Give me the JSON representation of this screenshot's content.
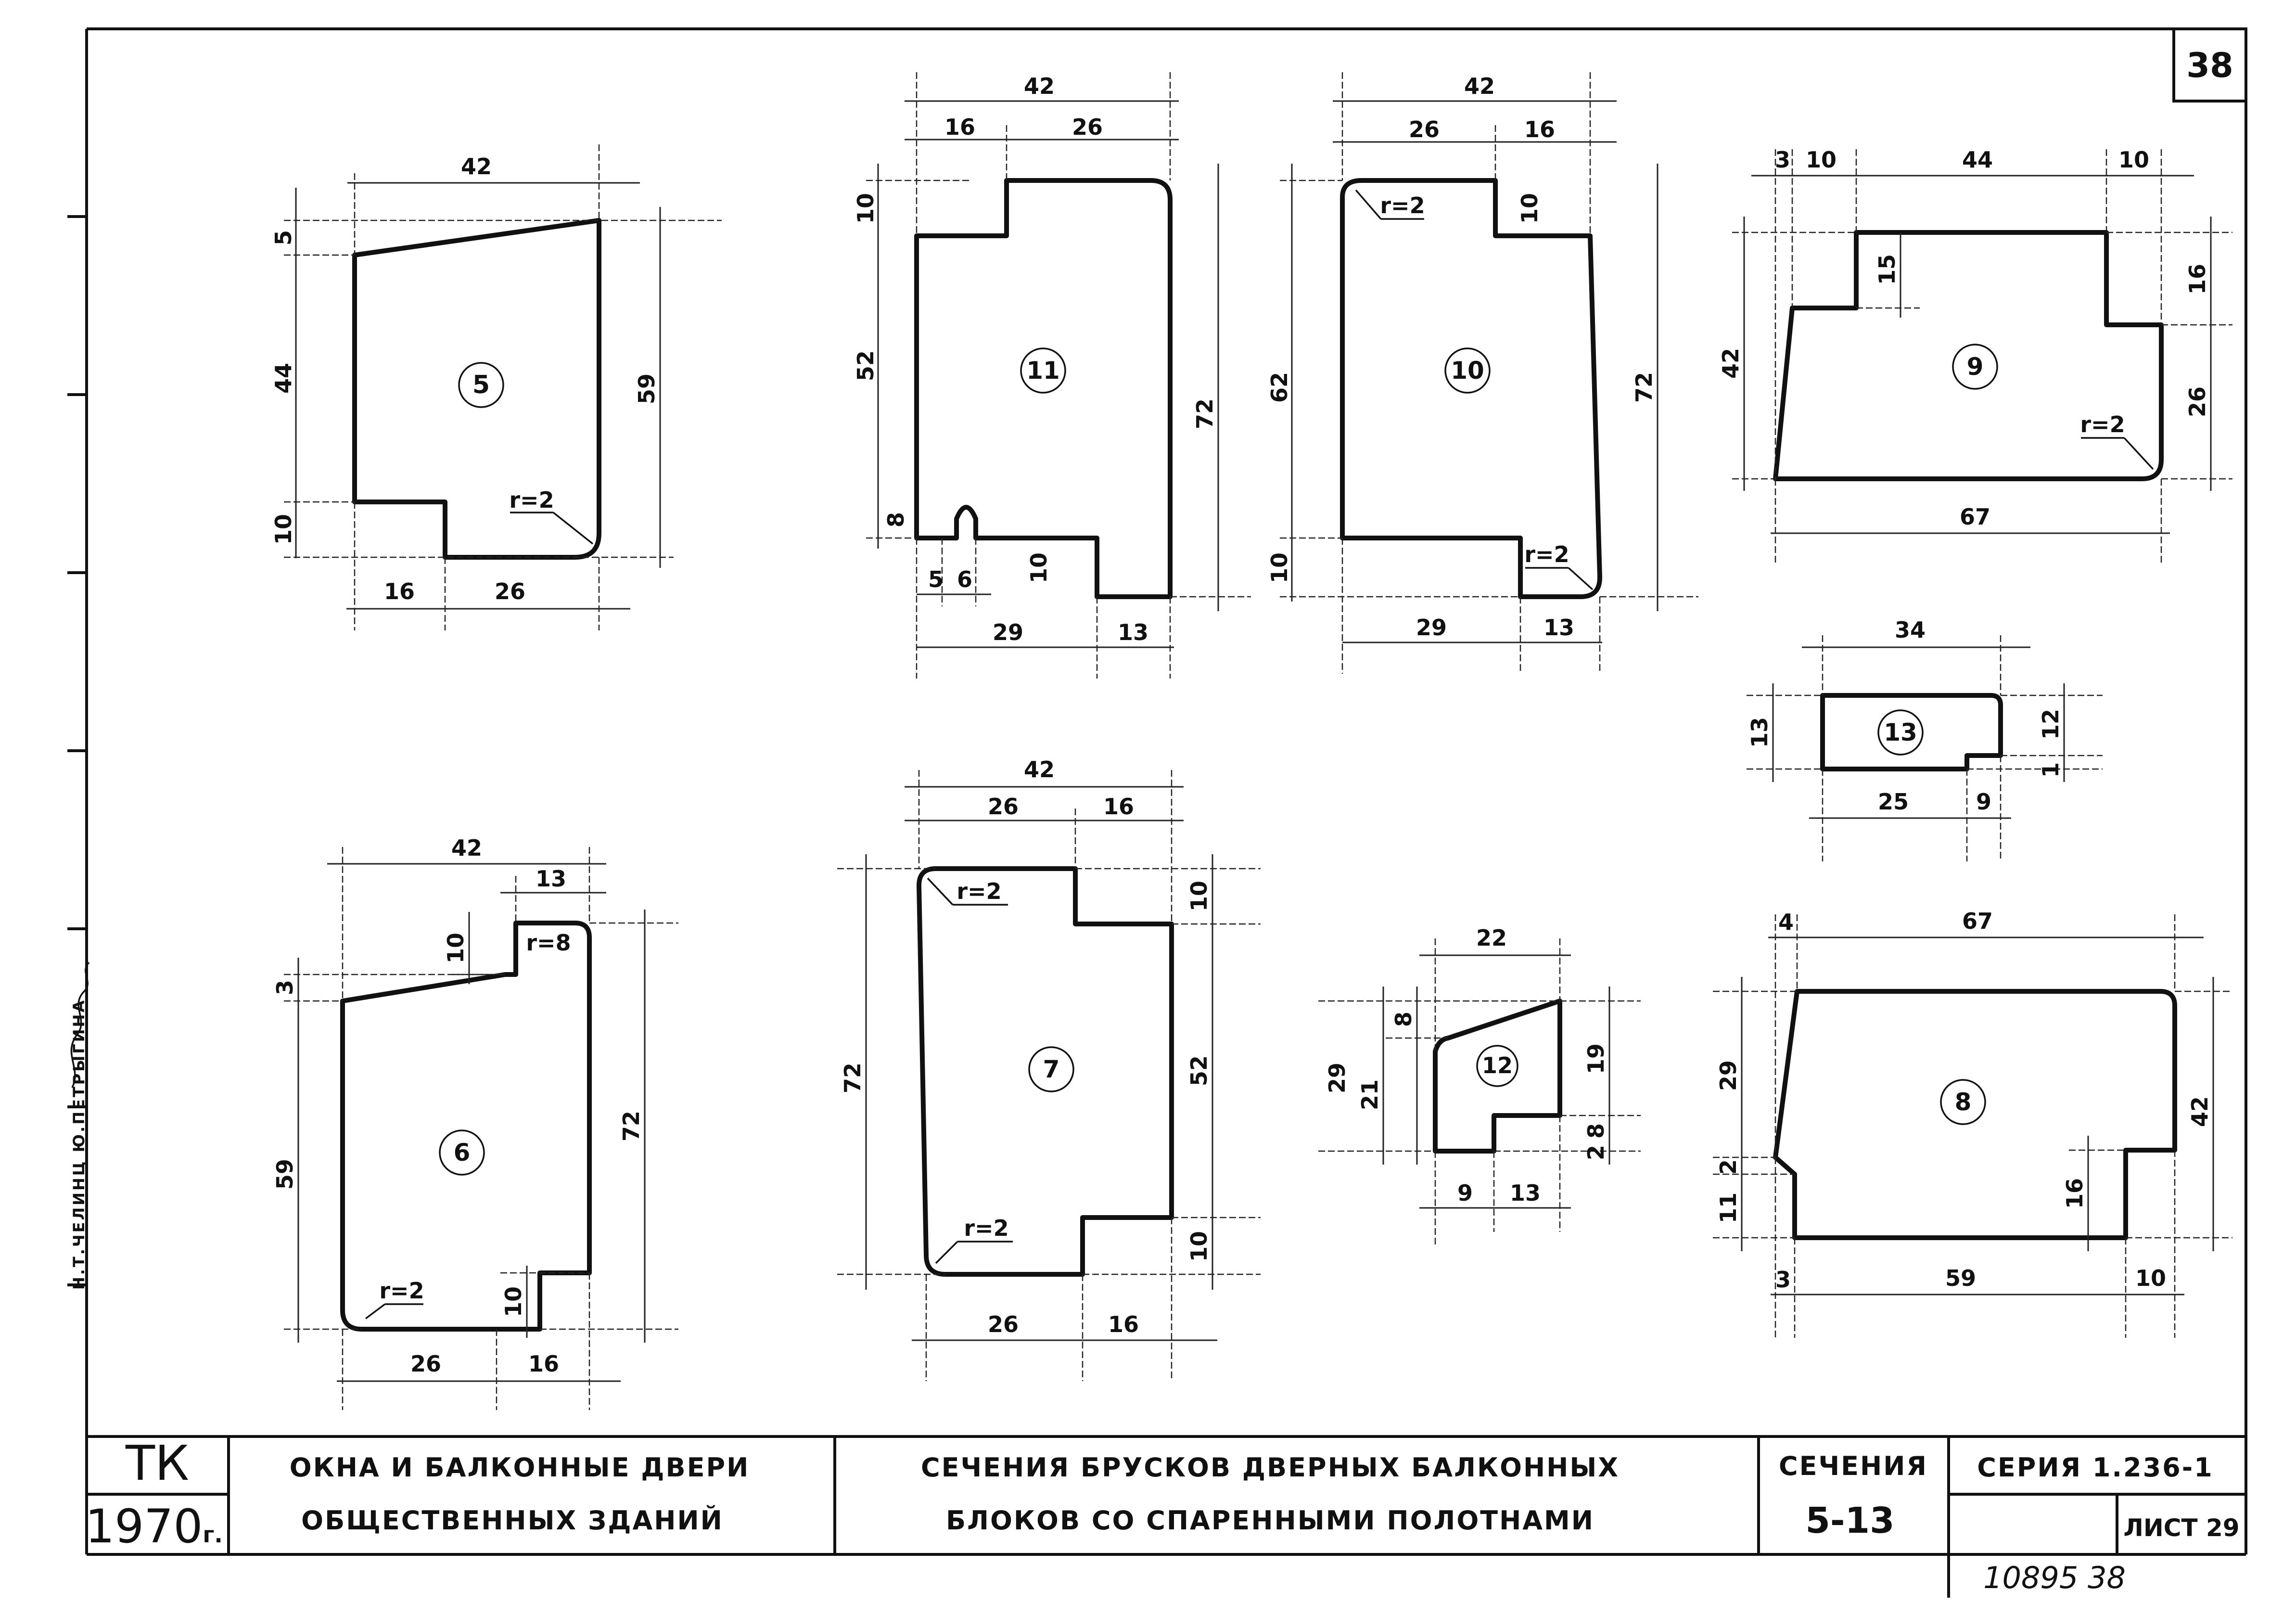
{
  "sheet": {
    "corner_number": "38",
    "side_stamp": "Н.Т.ЧЕЛИНЦ  Ю.ПЕТРЫГИНА"
  },
  "title_block": {
    "org_top": "ТК",
    "year": "1970",
    "year_suffix": "г.",
    "subject_line1": "ОКНА И БАЛКОННЫЕ ДВЕРИ",
    "subject_line2": "ОБЩЕСТВЕННЫХ ЗДАНИЙ",
    "title_line1": "СЕЧЕНИЯ БРУСКОВ ДВЕРНЫХ БАЛКОННЫХ",
    "title_line2": "БЛОКОВ СО СПАРЕННЫМИ ПОЛОТНАМИ",
    "section_label": "СЕЧЕНИЯ",
    "section_range": "5-13",
    "series": "СЕРИЯ 1.236-1",
    "sheet_label": "ЛИСТ 29",
    "inventory": "10895  38"
  },
  "sections": {
    "s5": {
      "mark": "5",
      "d_top": "42",
      "d_left1": "5",
      "d_left2": "44",
      "d_left3": "10",
      "d_right": "59",
      "d_b1": "16",
      "d_b2": "26",
      "radius": "r=2"
    },
    "s11": {
      "mark": "11",
      "d_top": "42",
      "d_t1": "16",
      "d_t2": "26",
      "d_l1": "10",
      "d_l2": "52",
      "d_l3": "8",
      "d_right": "72",
      "d_b1": "5",
      "d_b2": "6",
      "d_mid": "10",
      "d_b3": "29",
      "d_b4": "13"
    },
    "s10": {
      "mark": "10",
      "d_top": "42",
      "d_t1": "26",
      "d_t2": "16",
      "d_notch": "10",
      "d_left": "62",
      "d_l2": "10",
      "d_right": "72",
      "d_b1": "29",
      "d_b2": "13",
      "radius1": "r=2",
      "radius2": "r=2"
    },
    "s9": {
      "mark": "9",
      "d_t0": "3",
      "d_t1": "10",
      "d_t2": "44",
      "d_t3": "10",
      "d_notch": "15",
      "d_left": "42",
      "d_r1": "16",
      "d_r2": "26",
      "d_bottom": "67",
      "radius": "r=2"
    },
    "s13": {
      "mark": "13",
      "d_top": "34",
      "d_left": "13",
      "d_r1": "12",
      "d_r2": "1",
      "d_b1": "25",
      "d_b2": "9"
    },
    "s6": {
      "mark": "6",
      "d_top": "42",
      "d_t2": "13",
      "d_l1": "3",
      "d_notch": "10",
      "d_left": "59",
      "d_right": "72",
      "d_mid": "10",
      "d_b1": "26",
      "d_b2": "16",
      "radius1": "r=8",
      "radius2": "r=2"
    },
    "s7": {
      "mark": "7",
      "d_top": "42",
      "d_t1": "26",
      "d_t2": "16",
      "d_left": "72",
      "d_r1": "10",
      "d_r2": "52",
      "d_r3": "10",
      "d_b1": "26",
      "d_b2": "16",
      "radius1": "r=2",
      "radius2": "r=2"
    },
    "s12": {
      "mark": "12",
      "d_top": "22",
      "d_l1": "8",
      "d_l2": "29",
      "d_l3": "21",
      "d_r1": "19",
      "d_r2": "2",
      "d_r3": "8",
      "d_b1": "9",
      "d_b2": "13"
    },
    "s8": {
      "mark": "8",
      "d_t0": "4",
      "d_top": "67",
      "d_left": "29",
      "d_l2": "2",
      "d_l3": "11",
      "d_right": "42",
      "d_notch": "16",
      "d_b0": "3",
      "d_b1": "59",
      "d_b2": "10"
    }
  }
}
